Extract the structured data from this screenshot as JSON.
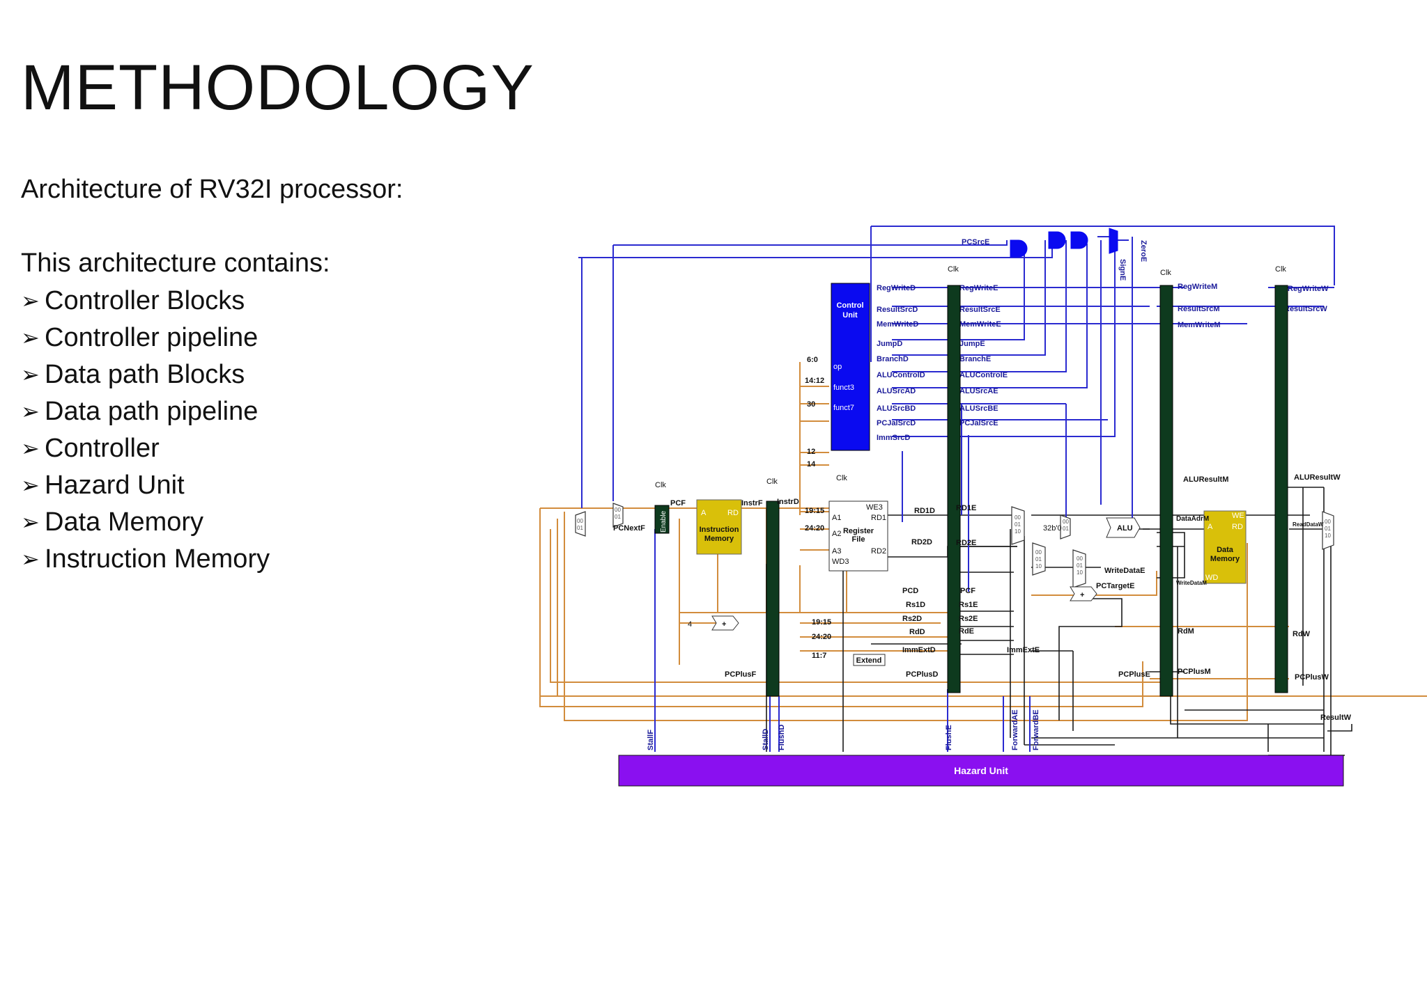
{
  "title": "METHODOLOGY",
  "subtitle": "Architecture of RV32I processor:",
  "intro": "This architecture contains:",
  "bullets": [
    "Controller Blocks",
    "Controller pipeline",
    "Data path Blocks",
    "Data path pipeline",
    "Controller",
    "Hazard Unit",
    "Data Memory",
    "Instruction Memory"
  ],
  "colors": {
    "control": "#2a2ad0",
    "datapath": "#d28c3c",
    "control_unit": "#0a0af0",
    "memory": "#d9c00a",
    "pipeline_reg": "#0e3a1e",
    "hazard": "#8a10f0"
  },
  "diagram": {
    "clk": "Clk",
    "enable": "Enable",
    "control_unit": [
      "Control",
      "Unit"
    ],
    "cu_inputs": [
      "op",
      "funct3",
      "funct7"
    ],
    "instr_fields": [
      "6:0",
      "14:12",
      "30",
      "12",
      "14",
      "19:15",
      "24:20",
      "19:15",
      "24:20",
      "11:7"
    ],
    "ctrl_D": [
      "RegWriteD",
      "ResultSrcD",
      "MemWriteD",
      "JumpD",
      "BranchD",
      "ALUControlD",
      "ALUSrcAD",
      "ALUSrcBD",
      "PCJalSrcD",
      "ImmSrcD"
    ],
    "ctrl_E": [
      "RegWriteE",
      "ResultSrcE",
      "MemWriteE",
      "JumpE",
      "BranchE",
      "ALUControlE",
      "ALUSrcAE",
      "ALUSrcBE",
      "PCJalSrcE"
    ],
    "ctrl_M": [
      "RegWriteM",
      "ResultSrcM",
      "MemWriteM"
    ],
    "ctrl_W": [
      "RegWriteW",
      "ResultSrcW"
    ],
    "pcsrc": "PCSrcE",
    "zero": "ZeroE",
    "sign": "SignE",
    "imem": {
      "a": "A",
      "rd": "RD",
      "label": [
        "Instruction",
        "Memory"
      ]
    },
    "regfile": {
      "we3": "WE3",
      "a1": "A1",
      "a2": "A2",
      "a3": "A3",
      "wd3": "WD3",
      "rd1": "RD1",
      "rd2": "RD2",
      "label": [
        "Register",
        "File"
      ]
    },
    "dmem": {
      "we": "WE",
      "a": "A",
      "rd": "RD",
      "wd": "WD",
      "label": [
        "Data",
        "Memory"
      ]
    },
    "alu": "ALU",
    "plus": "+",
    "four": "4",
    "extend": "Extend",
    "const32": "32b'0",
    "mux": [
      "00",
      "01",
      "10"
    ],
    "datapath_labels": {
      "pcf": "PCF",
      "pcnextf": "PCNextF",
      "instrf": "InstrF",
      "instrd": "InstrD",
      "rd1d": "RD1D",
      "rd2d": "RD2D",
      "rd1e": "RD1E",
      "rd2e": "RD2E",
      "pcd": "PCD",
      "pce": "PCF",
      "rs1d": "Rs1D",
      "rs2d": "Rs2D",
      "rdd": "RdD",
      "immextd": "ImmExtD",
      "pcplusd": "PCPlusD",
      "rs1e": "Rs1E",
      "rs2e": "Rs2E",
      "rde": "RdE",
      "immexte": "ImmExtE",
      "pctargete": "PCTargetE",
      "writedatae": "WriteDataE",
      "pcpluse": "PCPlusE",
      "aluresultm": "ALUResultM",
      "dataadrm": "DataAdrM",
      "writedatam": "WriteDataM",
      "rdm": "RdM",
      "pcplusm": "PCPlusM",
      "aluresultw": "ALUResultW",
      "readdataw": "ReadDataW",
      "rdw": "RdW",
      "pcplusw": "PCPlusW",
      "resultw": "ResultW",
      "pcplusf": "PCPlusF"
    },
    "stall_flush": [
      "StallF",
      "StallD",
      "FlushD",
      "FlushE",
      "ForwardAE",
      "ForwardBE"
    ],
    "hazard_unit": "Hazard Unit"
  }
}
